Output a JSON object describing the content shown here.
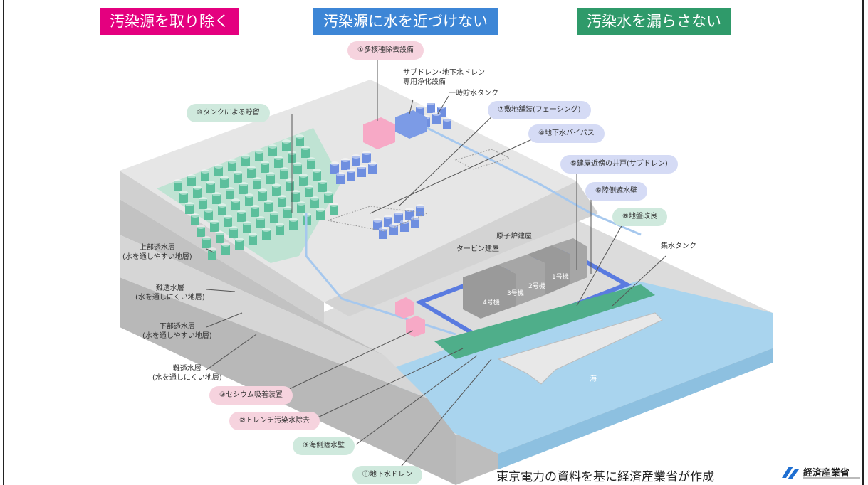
{
  "categories": [
    {
      "text": "汚染源を取り除く",
      "color": "#e4007f"
    },
    {
      "text": "汚染源に水を近づけない",
      "color": "#3d86d6"
    },
    {
      "text": "汚染水を漏らさない",
      "color": "#2f9a6a"
    }
  ],
  "measures": {
    "m1": "①多核種除去設備",
    "m2": "②トレンチ汚染水除去",
    "m3": "③セシウム吸着装置",
    "m4": "④地下水バイパス",
    "m5": "⑤建屋近傍の井戸(サブドレン)",
    "m6": "⑥陸側遮水壁",
    "m7": "⑦敷地舗装(フェーシング)",
    "m8": "⑧地盤改良",
    "m9": "⑨海側遮水壁",
    "m10": "⑩タンクによる貯留",
    "m11": "⑪地下水ドレン"
  },
  "labels": {
    "subdrain_line1": "サブドレン･地下水ドレン",
    "subdrain_line2": "専用浄化設備",
    "temp_tank": "一時貯水タンク",
    "reactor_building": "原子炉建屋",
    "turbine_building": "タービン建屋",
    "collection_tank": "集水タンク",
    "unit1": "1号機",
    "unit2": "2号機",
    "unit3": "3号機",
    "unit4": "4号機",
    "sea": "海"
  },
  "layers": [
    {
      "name": "上部透水層",
      "note": "(水を通しやすい地層)"
    },
    {
      "name": "難透水層",
      "note": "(水を通しにくい地層)"
    },
    {
      "name": "下部透水層",
      "note": "(水を通しやすい地層)"
    },
    {
      "name": "難透水層",
      "note": "(水を通しにくい地層)"
    }
  ],
  "footer": {
    "caption": "東京電力の資料を基に経済産業省が作成",
    "logo_text": "経済産業省"
  },
  "colors": {
    "ground_top": "#e4e4e4",
    "ground_side": "#cfcfcf",
    "sea": "#a9d4ee",
    "tank_green": "#5cbf9c",
    "tank_blue": "#6f8fe0",
    "building": "#9a9a9a",
    "facility_pink": "#f7a9c6"
  }
}
